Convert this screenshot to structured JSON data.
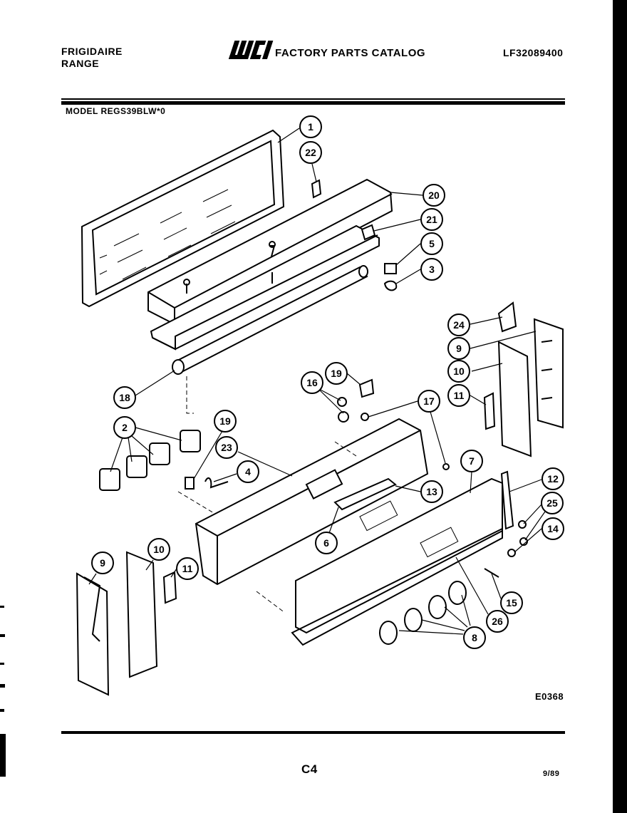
{
  "header": {
    "brand_line1": "FRIGIDAIRE",
    "brand_line2": "RANGE",
    "logo_text": "WCI",
    "catalog_title": "FACTORY PARTS CATALOG",
    "catalog_number": "LF32089400"
  },
  "model": "MODEL REGS39BLW*0",
  "callouts": [
    "1",
    "22",
    "20",
    "21",
    "5",
    "3",
    "24",
    "9",
    "10",
    "11",
    "18",
    "16",
    "19",
    "17",
    "2",
    "19",
    "23",
    "4",
    "7",
    "12",
    "13",
    "25",
    "6",
    "14",
    "10",
    "9",
    "11",
    "15",
    "26",
    "8"
  ],
  "drawing_code": "E0368",
  "footer": {
    "page_number": "C4",
    "date": "9/89"
  }
}
